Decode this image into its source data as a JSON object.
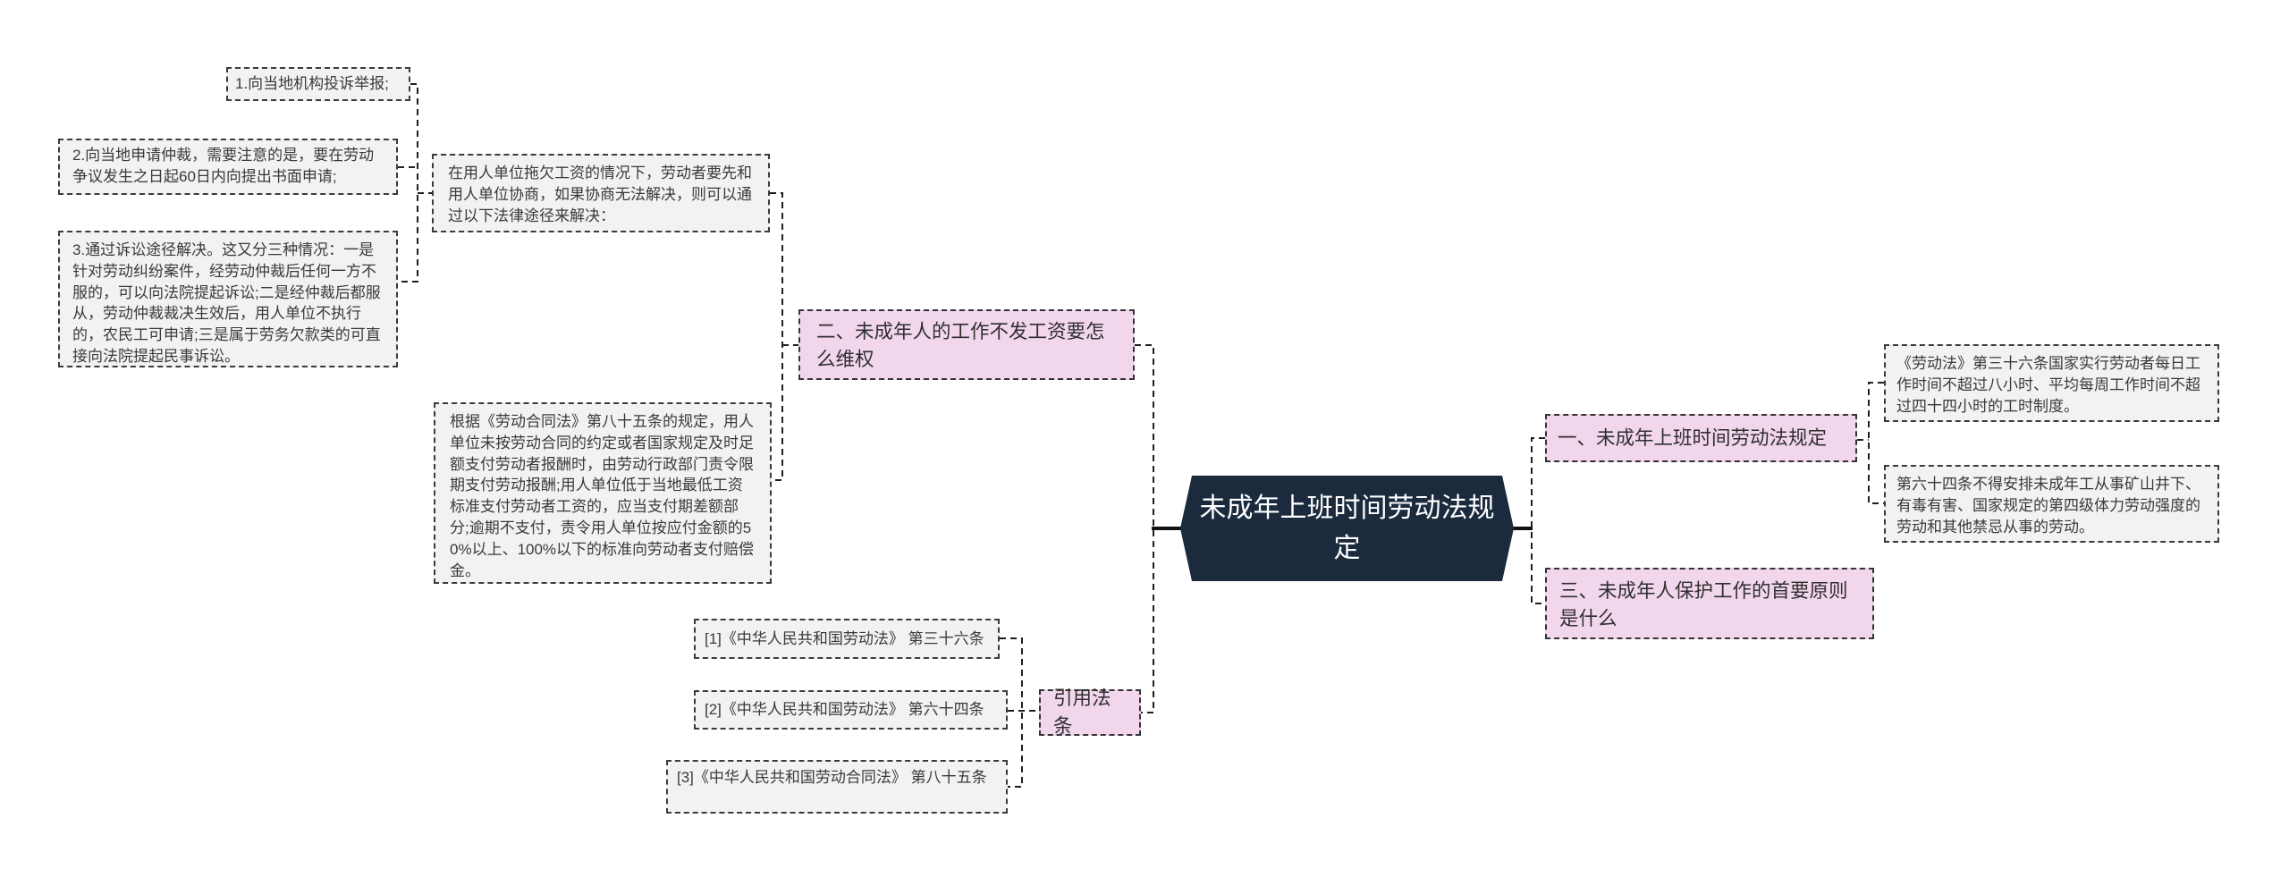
{
  "mindmap": {
    "root": "未成年上班时间劳动法规定",
    "branch_one": {
      "topic": "一、未成年上班时间劳动法规定",
      "children": [
        "《劳动法》第三十六条国家实行劳动者每日工作时间不超过八小时、平均每周工作时间不超过四十四小时的工时制度。",
        "第六十四条不得安排未成年工从事矿山井下、有毒有害、国家规定的第四级体力劳动强度的劳动和其他禁忌从事的劳动。"
      ]
    },
    "branch_two": {
      "topic": "二、未成年人的工作不发工资要怎么维权",
      "intro": "在用人单位拖欠工资的情况下，劳动者要先和用人单位协商，如果协商无法解决，则可以通过以下法律途径来解决：",
      "steps": [
        "1.向当地机构投诉举报;",
        "2.向当地申请仲裁，需要注意的是，要在劳动争议发生之日起60日内向提出书面申请;",
        "3.通过诉讼途径解决。这又分三种情况：一是针对劳动纠纷案件，经劳动仲裁后任何一方不服的，可以向法院提起诉讼;二是经仲裁后都服从，劳动仲裁裁决生效后，用人单位不执行的，农民工可申请;三是属于劳务欠款类的可直接向法院提起民事诉讼。"
      ],
      "law_basis": "根据《劳动合同法》第八十五条的规定，用人单位未按劳动合同的约定或者国家规定及时足额支付劳动者报酬时，由劳动行政部门责令限期支付劳动报酬;用人单位低于当地最低工资标准支付劳动者工资的，应当支付期差额部分;逾期不支付，责令用人单位按应付金额的50%以上、100%以下的标准向劳动者支付赔偿金。"
    },
    "branch_three": {
      "topic": "三、未成年人保护工作的首要原则是什么"
    },
    "citations": {
      "topic": "引用法条",
      "items": [
        "[1]《中华人民共和国劳动法》 第三十六条",
        "[2]《中华人民共和国劳动法》 第六十四条",
        "[3]《中华人民共和国劳动合同法》 第八十五条"
      ]
    },
    "colors": {
      "root_fill": "#1b2a3d",
      "root_text": "#ffffff",
      "topic_fill": "#f2d6ec",
      "leaf_fill": "#f2f2f2",
      "line": "#1f1f1f"
    }
  }
}
